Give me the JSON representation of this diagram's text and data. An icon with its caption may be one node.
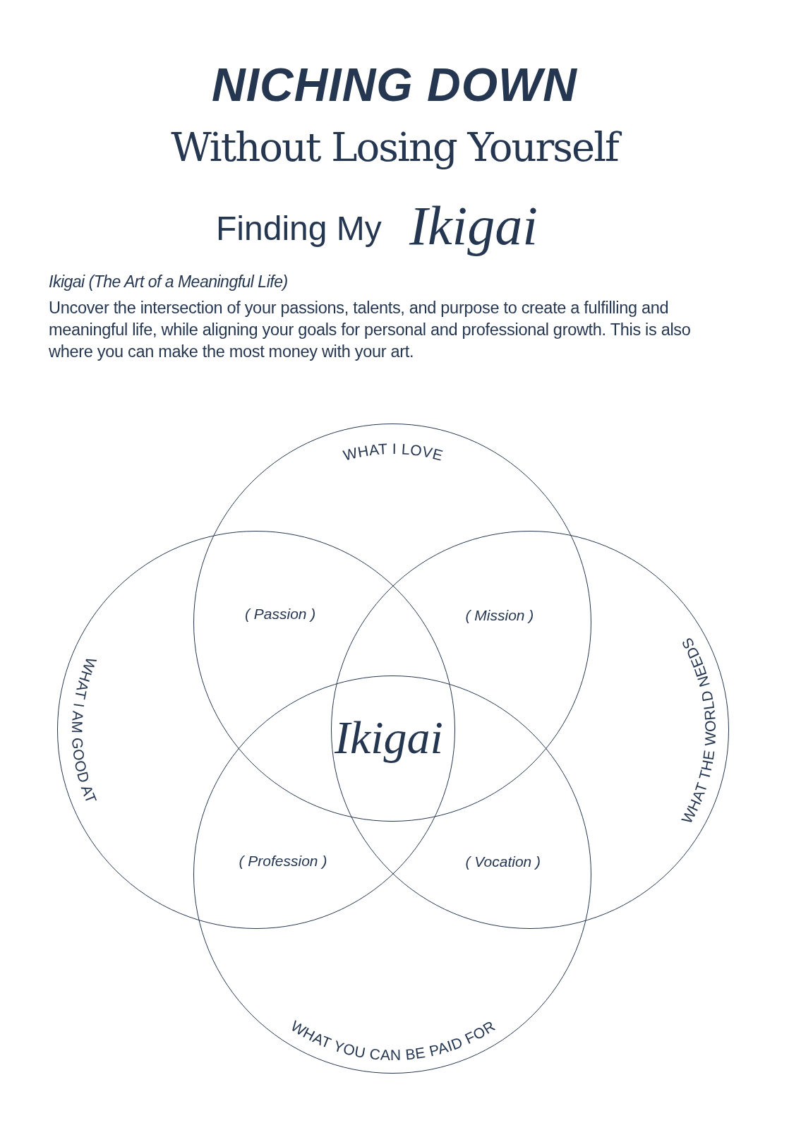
{
  "diagram": {
    "title": "NICHING DOWN",
    "nodes": [
      {
        "text": [
          "WHAT I LOVE"
        ]
      },
      {
        "text": [
          "WHAT I AM GOOD AT"
        ]
      },
      {
        "text": [
          "WHAT THE WORLD NEEDS"
        ]
      },
      {
        "text": [
          "WHAT YOU CAN BE PAID FOR"
        ]
      }
    ],
    "edges": [],
    "labels": [
      "Without Losing Yourself",
      "Finding My",
      "Ikigai",
      "Ikigai (The Art of a Meaningful Life)",
      "Uncover the intersection of your passions, talents, and purpose to create a fulfilling and meaningful life, while aligning your goals for personal and professional growth. This is also where you can make the most money with your art.",
      "( Passion )",
      "( Mission )",
      "( Profession )",
      "( Vocation )",
      "Ikigai"
    ]
  }
}
